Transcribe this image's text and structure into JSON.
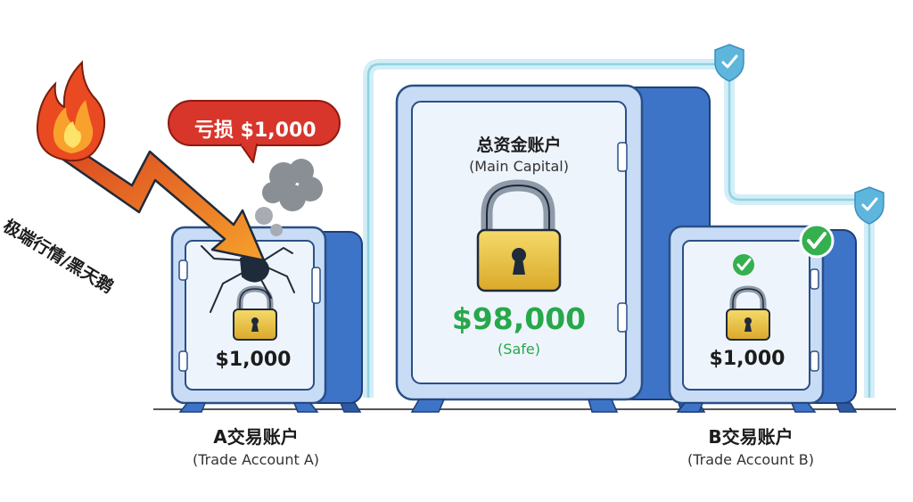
{
  "main_account": {
    "title": "总资金账户",
    "subtitle": "(Main Capital)",
    "amount": "$98,000",
    "status": "(Safe)"
  },
  "account_a": {
    "title": "A交易账户",
    "subtitle": "(Trade Account A)",
    "amount": "$1,000"
  },
  "account_b": {
    "title": "B交易账户",
    "subtitle": "(Trade Account B)",
    "amount": "$1,000"
  },
  "loss_bubble": {
    "label": "亏损 $1,000"
  },
  "event_label": "极端行情/黑天鹅",
  "icons": {
    "shield": "shield-check-icon",
    "lock": "padlock-icon",
    "check": "check-circle-icon",
    "fire": "fire-icon",
    "smoke": "smoke-icon",
    "crack": "crack-icon",
    "arrow": "lightning-arrow-icon"
  },
  "colors": {
    "safe_outline": "#a6dce9",
    "shield": "#5fb6dd",
    "check": "#35b04f",
    "loss_red": "#d8352b",
    "arrow_orange": "#ee6b1c",
    "vault_blue": "#3f76c9",
    "vault_face": "#e6eef9",
    "lock_gold": "#e9c03c",
    "amount_green": "#27a84a"
  }
}
